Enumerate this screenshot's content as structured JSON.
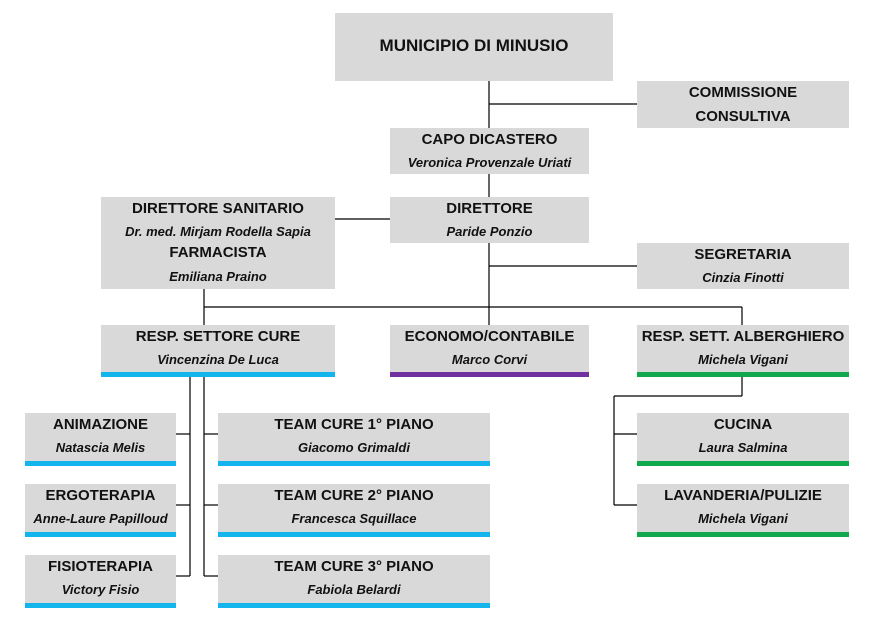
{
  "colors": {
    "box": "#d9d9d9",
    "line": "#000000",
    "cyan": "#14b4ec",
    "purple": "#7030a0",
    "green": "#10a84c"
  },
  "municipio": {
    "title": "MUNICIPIO DI MINUSIO"
  },
  "commissione": {
    "line1": "COMMISSIONE",
    "line2": "CONSULTIVA"
  },
  "capo": {
    "title": "CAPO DICASTERO",
    "name": "Veronica Provenzale Uriati"
  },
  "direttore": {
    "title": "DIRETTORE",
    "name": "Paride Ponzio"
  },
  "sanitario": {
    "title": "DIRETTORE SANITARIO",
    "name": "Dr. med. Mirjam Rodella Sapia",
    "title2": "FARMACISTA",
    "name2": "Emiliana Praino"
  },
  "segretaria": {
    "title": "SEGRETARIA",
    "name": "Cinzia Finotti"
  },
  "cure": {
    "title": "RESP. SETTORE CURE",
    "name": "Vincenzina De Luca"
  },
  "economo": {
    "title": "ECONOMO/CONTABILE",
    "name": "Marco Corvi"
  },
  "alberghiero": {
    "title": "RESP. SETT. ALBERGHIERO",
    "name": "Michela Vigani"
  },
  "animazione": {
    "title": "ANIMAZIONE",
    "name": "Natascia Melis"
  },
  "ergoterapia": {
    "title": "ERGOTERAPIA",
    "name": "Anne-Laure Papilloud"
  },
  "fisioterapia": {
    "title": "FISIOTERAPIA",
    "name": "Victory Fisio"
  },
  "team1": {
    "title": "TEAM CURE 1° PIANO",
    "name": "Giacomo Grimaldi"
  },
  "team2": {
    "title": "TEAM CURE 2° PIANO",
    "name": "Francesca Squillace"
  },
  "team3": {
    "title": "TEAM CURE 3° PIANO",
    "name": "Fabiola Belardi"
  },
  "cucina": {
    "title": "CUCINA",
    "name": "Laura Salmina"
  },
  "lavanderia": {
    "title": "LAVANDERIA/PULIZIE",
    "name": "Michela Vigani"
  }
}
